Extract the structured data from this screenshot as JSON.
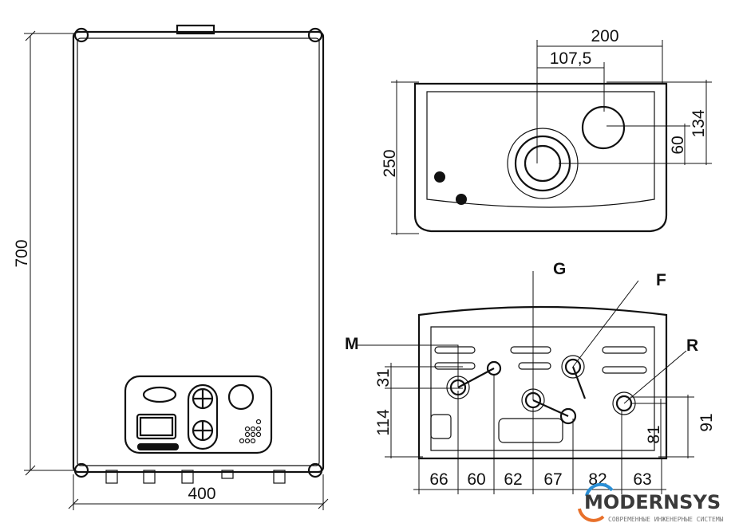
{
  "front_view": {
    "width_label": "400",
    "height_label": "700"
  },
  "top_view": {
    "depth_label": "250",
    "flue_offset_label": "200",
    "flue_center_label": "107,5",
    "rear_label": "134",
    "rear_small_label": "60"
  },
  "bottom_view": {
    "left_dims": [
      "31",
      "114"
    ],
    "bottom_dims": [
      "66",
      "60",
      "62",
      "67",
      "82",
      "63"
    ],
    "right_dims": [
      "81",
      "91"
    ],
    "connections": {
      "G": "G",
      "F": "F",
      "M": "M",
      "R": "R"
    }
  },
  "logo": {
    "name": "MODERNSYS",
    "tagline": "СОВРЕМЕННЫЕ ИНЖЕНЕРНЫЕ СИСТЕМЫ",
    "accent_blue": "#2a8fd6",
    "accent_orange": "#e8702a"
  }
}
